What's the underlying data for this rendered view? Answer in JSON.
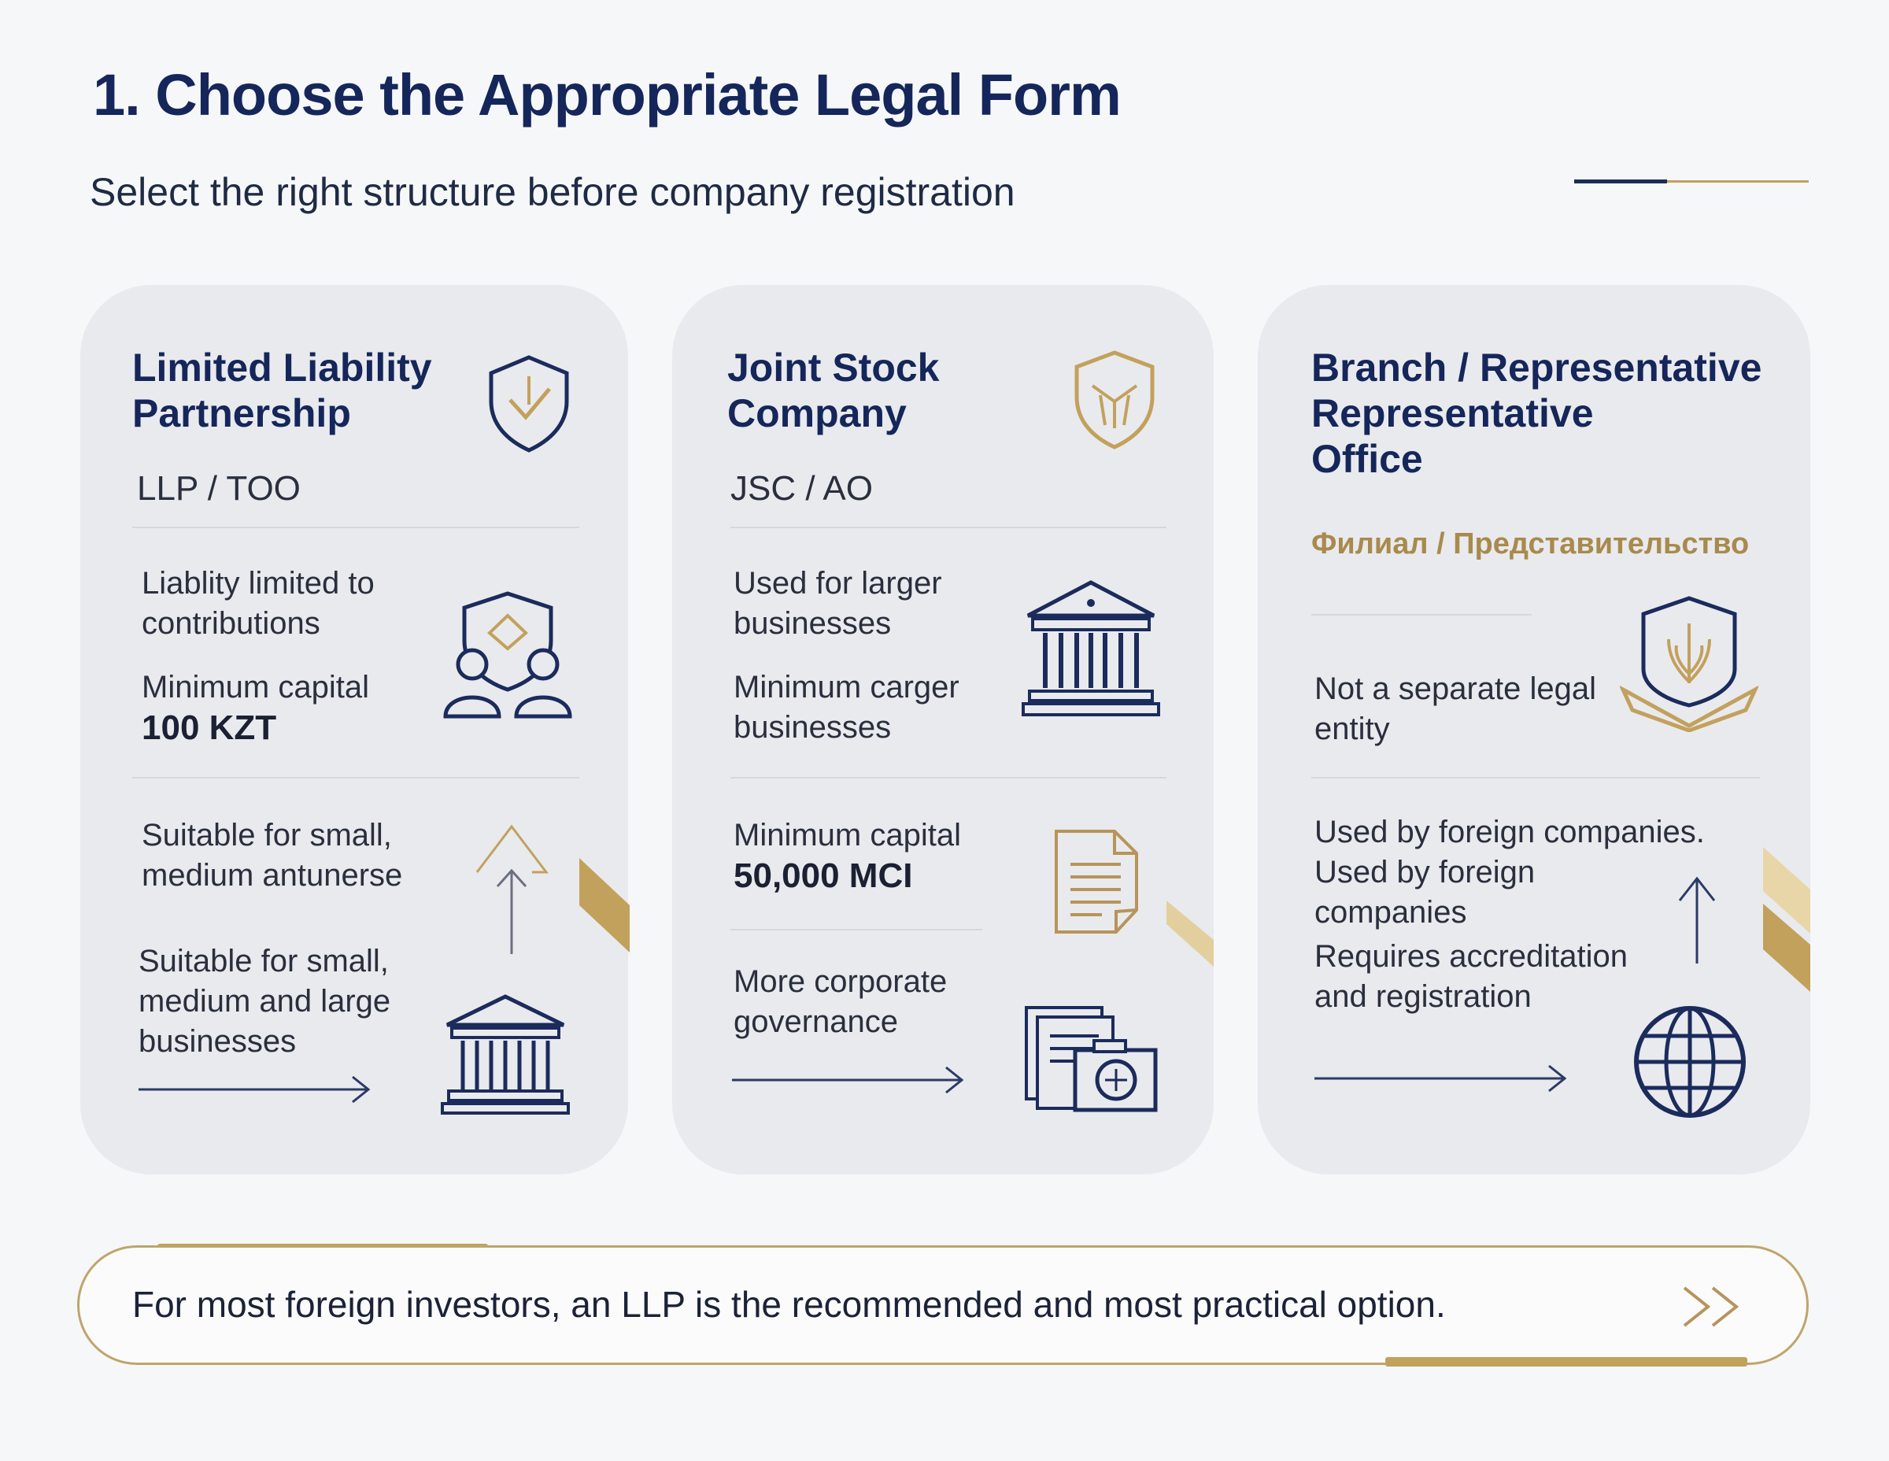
{
  "header": {
    "title": "1. Choose the Appropriate Legal Form",
    "subtitle": "Select the right structure before company registration"
  },
  "cards": [
    {
      "title_line1": "Limited Liability",
      "title_line2": "Partnership",
      "code": "LLP / TOO",
      "item1_line1": "Liablity limited to",
      "item1_line2": "contributions",
      "item2_line1": "Minimum capital",
      "item2_value": "100 KZT",
      "item3_line1": "Suitable for small,",
      "item3_line2": "medium antunerse",
      "item4_line1": "Suitable for small,",
      "item4_line2": "medium and large",
      "item4_line3": "businesses",
      "icons": [
        "shield-check-icon",
        "team-shield-icon",
        "growth-arrow-icon",
        "bank-building-icon",
        "arrow-right-icon"
      ]
    },
    {
      "title_line1": "Joint Stock",
      "title_line2": "Company",
      "code": "JSC / AO",
      "item1_line1": "Used for larger",
      "item1_line2": "businesses",
      "item2_line1": "Minimum carger",
      "item2_line2": "businesses",
      "item3_line1": "Minimum capital",
      "item3_value": "50,000 MCI",
      "item4_line1": "More corporate",
      "item4_line2": "governance",
      "icons": [
        "gold-shield-icon",
        "bank-building-icon",
        "document-icon",
        "documents-stamp-icon",
        "arrow-right-icon"
      ]
    },
    {
      "title_line1": "Branch / Representative",
      "title_line2": "Representative",
      "title_line3": "Office",
      "code": "Филиал / Представительство",
      "item1_line1": "Not a separate legal",
      "item1_line2": "entity",
      "item2_line1": "Used by foreign companies.",
      "item2_line2": "Used by foreign",
      "item2_line3": "companies",
      "item3_line1": "Requires accreditation",
      "item3_line2": "and registration",
      "icons": [
        "crest-emblem-icon",
        "arrow-up-icon",
        "globe-icon",
        "arrow-right-icon"
      ]
    }
  ],
  "banner": {
    "text": "For most foreign investors, an LLP is the recommended and most practical option.",
    "icon": "double-chevron-right-icon"
  },
  "colors": {
    "navy": "#15265a",
    "gold": "#c2a15d",
    "card_bg": "#e9eaee",
    "page_bg": "#f6f7f9"
  }
}
